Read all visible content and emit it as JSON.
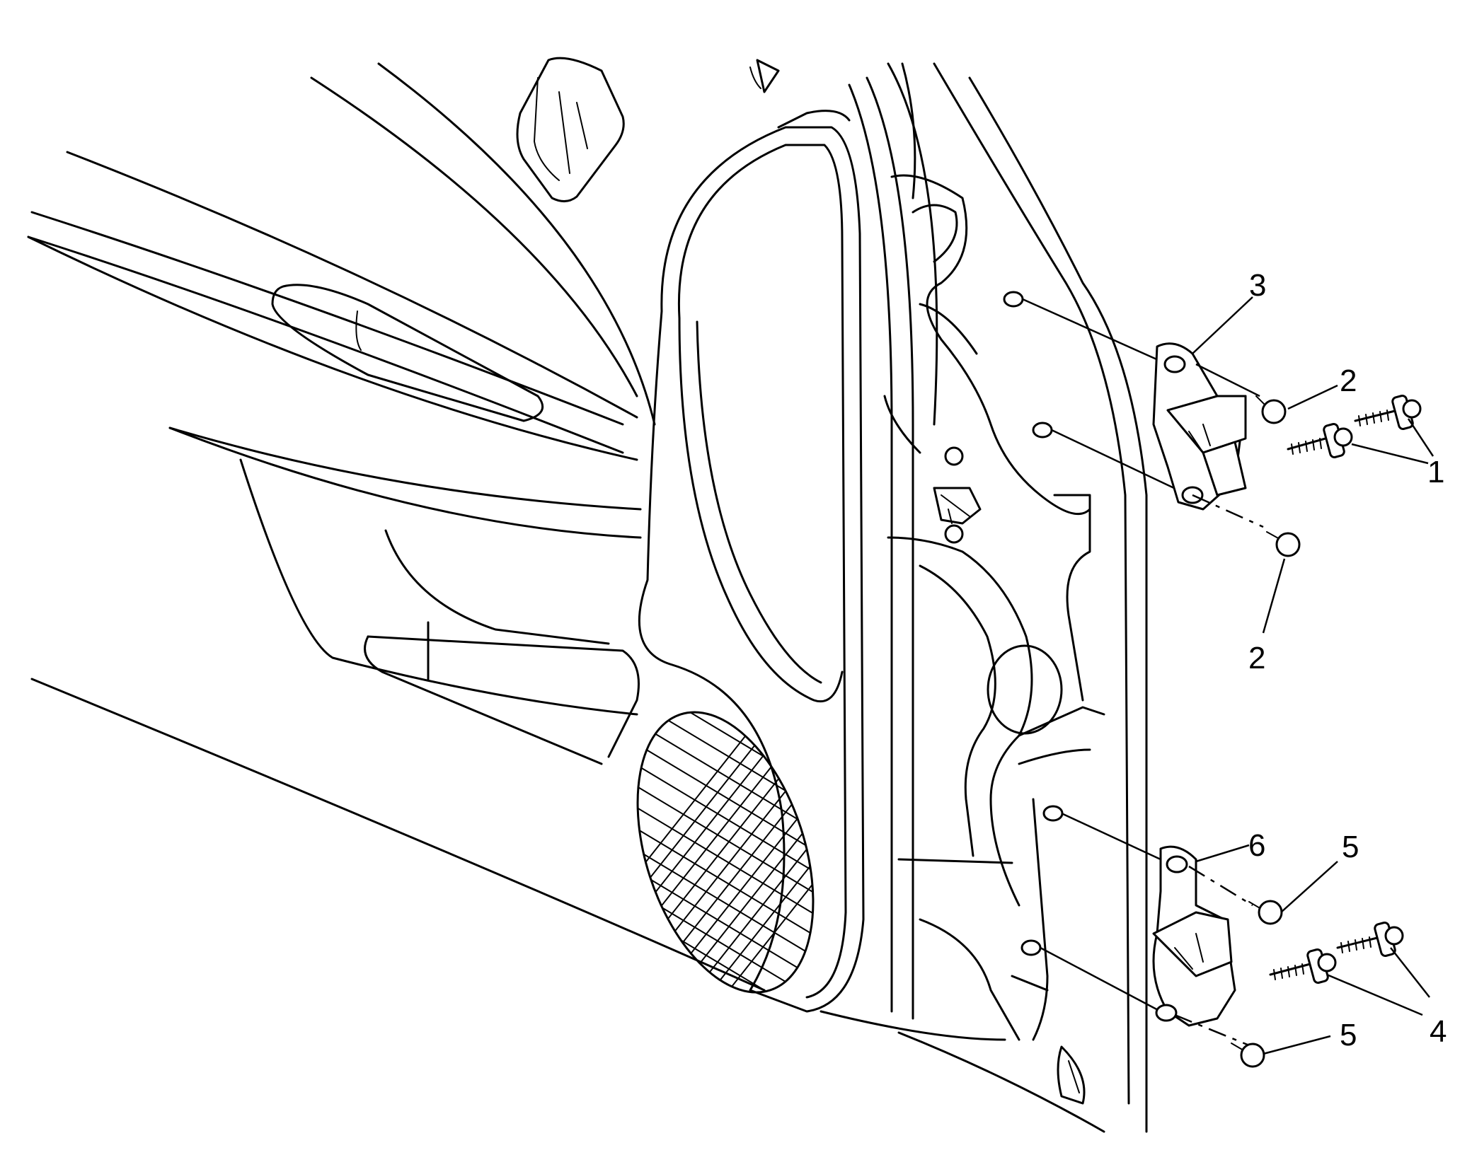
{
  "callouts": {
    "c1": "1",
    "c2_top": "2",
    "c2_bottom": "2",
    "c3": "3",
    "c4": "4",
    "c5_top": "5",
    "c5_bottom": "5",
    "c6": "6"
  },
  "colors": {
    "line": "#000000",
    "background": "#ffffff"
  }
}
